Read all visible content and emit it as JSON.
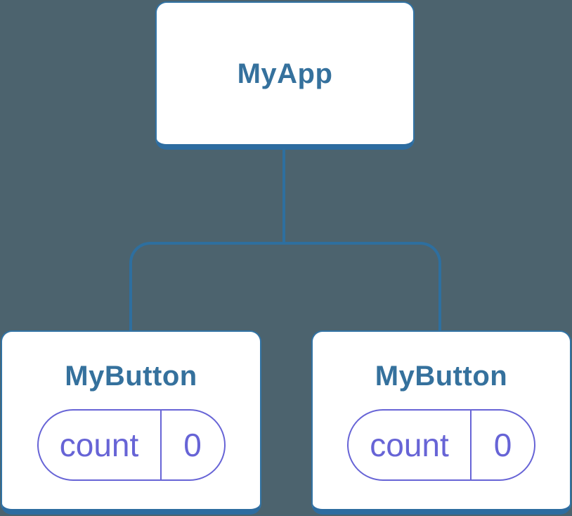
{
  "diagram": {
    "type": "component-tree",
    "root": {
      "label": "MyApp"
    },
    "children": [
      {
        "label": "MyButton",
        "state_name": "count",
        "state_value": "0"
      },
      {
        "label": "MyButton",
        "state_name": "count",
        "state_value": "0"
      }
    ]
  },
  "colors": {
    "background": "#4c636e",
    "node_fill": "#ffffff",
    "node_stroke": "#3273a4",
    "node_stroke_bottom": "#2d6ca0",
    "connector": "#2e6f9f",
    "title_text": "#35719d",
    "state_accent": "#6764d6"
  }
}
